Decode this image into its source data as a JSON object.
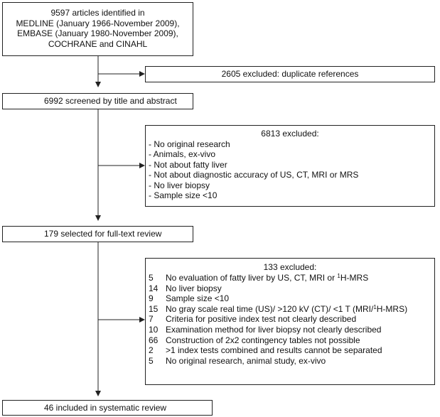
{
  "search_box": {
    "lines": [
      "9597 articles identified in",
      "MEDLINE (January 1966-November 2009),",
      "EMBASE (January 1980-November 2009),",
      "COCHRANE and CINAHL"
    ]
  },
  "duplicates_box": {
    "text": "2605 excluded: duplicate references"
  },
  "screened_box": {
    "text": "6992 screened by title and abstract"
  },
  "title_abstract_exclusion": {
    "header": "6813 excluded:",
    "items": [
      "- No original research",
      "- Animals, ex-vivo",
      "- Not about fatty liver",
      "- Not about diagnostic accuracy of US, CT, MRI or MRS",
      "- No liver biopsy",
      "- Sample size <10"
    ]
  },
  "fulltext_box": {
    "text": "179 selected for full-text review"
  },
  "fulltext_exclusion": {
    "header": "133 excluded:",
    "items": [
      {
        "count": "5",
        "pre": "No evaluation of fatty liver by US, CT, MRI or ",
        "sup": "1",
        "post": "H-MRS"
      },
      {
        "count": "14",
        "pre": "No liver biopsy",
        "sup": "",
        "post": ""
      },
      {
        "count": "9",
        "pre": "Sample size <10",
        "sup": "",
        "post": ""
      },
      {
        "count": "15",
        "pre": "No gray scale real time (US)/ >120 kV (CT)/ <1 T (MRI/",
        "sup": "1",
        "post": "H-MRS)"
      },
      {
        "count": "7",
        "pre": "Criteria for positive index test not clearly described",
        "sup": "",
        "post": ""
      },
      {
        "count": "10",
        "pre": "Examination method for liver biopsy not clearly described",
        "sup": "",
        "post": ""
      },
      {
        "count": "66",
        "pre": "Construction of 2x2 contingency tables not possible",
        "sup": "",
        "post": ""
      },
      {
        "count": "2",
        "pre": ">1 index tests combined and results cannot be separated",
        "sup": "",
        "post": ""
      },
      {
        "count": "5",
        "pre": "No original research, animal study, ex-vivo",
        "sup": "",
        "post": ""
      }
    ]
  },
  "included_box": {
    "text": "46 included in systematic review"
  }
}
